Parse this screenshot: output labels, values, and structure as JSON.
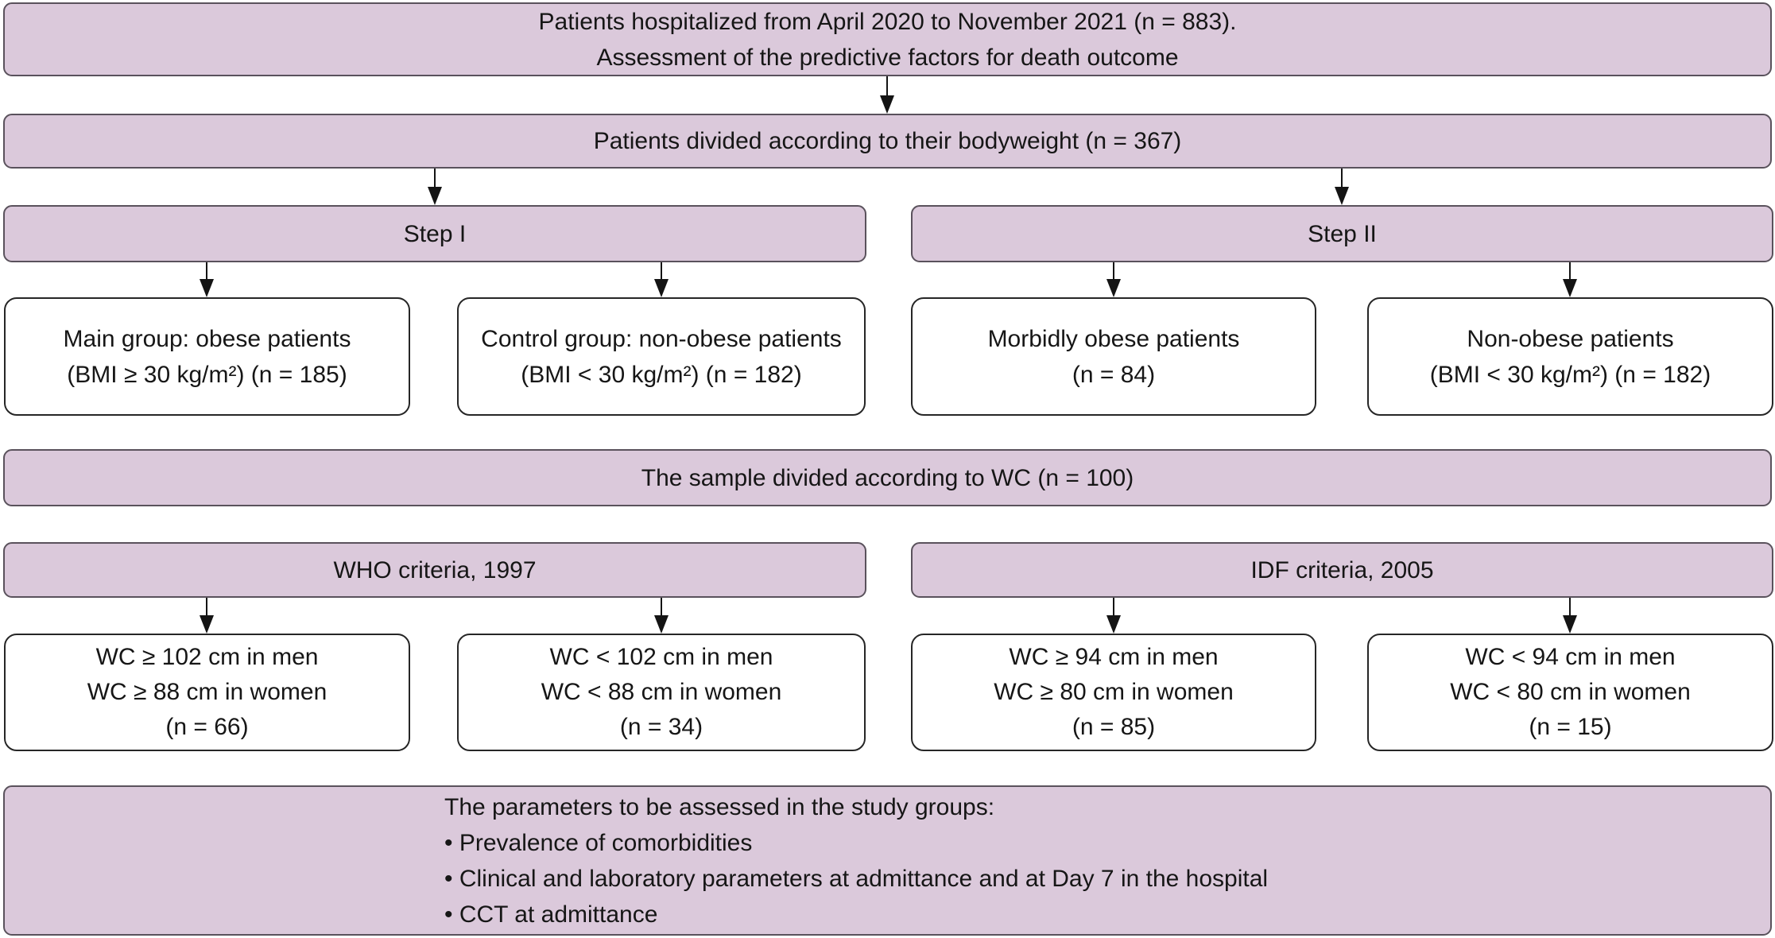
{
  "colors": {
    "band_fill": "#dbc9db",
    "band_border": "#5a525c",
    "box_border": "#262626",
    "text": "#161616",
    "arrow": "#141414",
    "background": "#ffffff"
  },
  "flowchart": {
    "top_box": {
      "lines": [
        "Patients hospitalized from April 2020 to November 2021 (n = 883).",
        "Assessment of the predictive factors for death outcome"
      ]
    },
    "bodyweight_box": {
      "label": "Patients divided according to their bodyweight (n = 367)"
    },
    "step1_box": {
      "label": "Step I"
    },
    "step2_box": {
      "label": "Step II"
    },
    "bmi_boxes": [
      {
        "lines": [
          "Main group: obese patients",
          "(BMI ≥ 30 kg/m²) (n = 185)"
        ]
      },
      {
        "lines": [
          "Control group: non-obese patients",
          "(BMI < 30 kg/m²) (n = 182)"
        ]
      },
      {
        "lines": [
          "Morbidly obese patients",
          "(n = 84)"
        ]
      },
      {
        "lines": [
          "Non-obese patients",
          "(BMI < 30 kg/m²) (n = 182)"
        ]
      }
    ],
    "wc_box": {
      "label": "The sample divided according to WC (n = 100)"
    },
    "who_box": {
      "label": "WHO criteria, 1997"
    },
    "idf_box": {
      "label": "IDF criteria, 2005"
    },
    "wc_boxes": [
      {
        "lines": [
          "WC ≥ 102 cm in men",
          "WC ≥ 88 cm in women",
          "(n = 66)"
        ]
      },
      {
        "lines": [
          "WC < 102 cm in men",
          "WC < 88 cm in women",
          "(n = 34)"
        ]
      },
      {
        "lines": [
          "WC ≥ 94 cm in men",
          "WC ≥ 80 cm in women",
          "(n = 85)"
        ]
      },
      {
        "lines": [
          "WC < 94 cm in men",
          "WC < 80 cm in women",
          "(n = 15)"
        ]
      }
    ],
    "parameters_box": {
      "lines": [
        "The parameters to be assessed in the study groups:",
        "• Prevalence of comorbidities",
        "• Clinical and laboratory parameters at admittance and at Day 7 in the hospital",
        "• CCT at admittance"
      ]
    }
  }
}
